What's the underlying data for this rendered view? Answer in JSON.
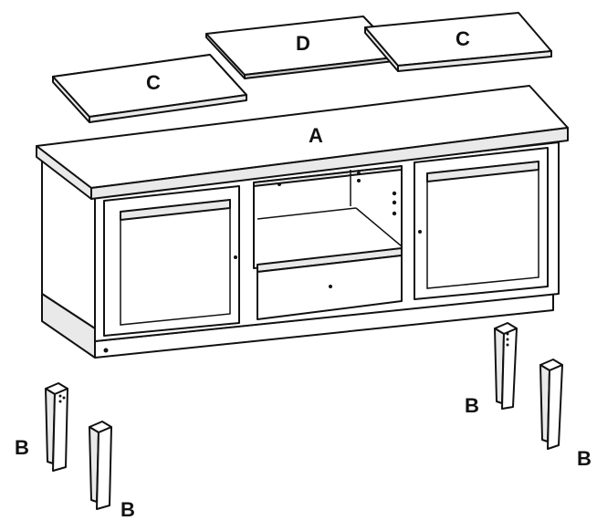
{
  "labels": {
    "panel_c_left": "C",
    "panel_d": "D",
    "panel_c_right": "C",
    "top_a": "A",
    "leg_b_front_left": "B",
    "leg_b_left": "B",
    "leg_b_right": "B",
    "leg_b_far_right": "B"
  }
}
